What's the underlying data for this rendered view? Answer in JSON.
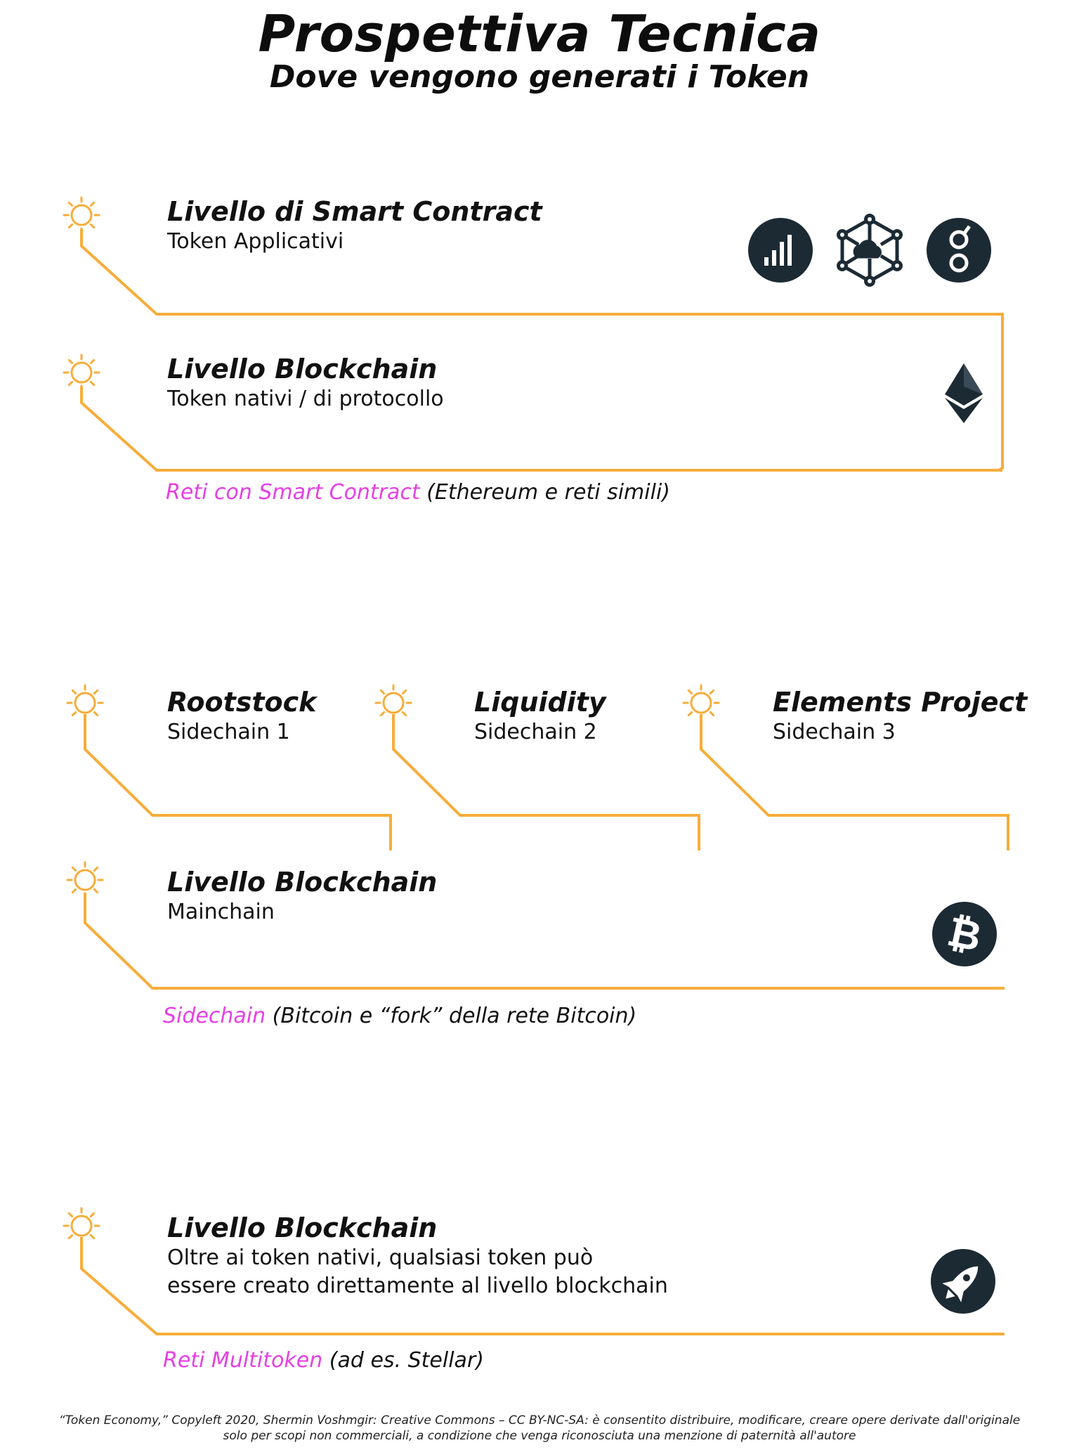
{
  "header": {
    "title": "Prospettiva Tecnica",
    "subtitle": "Dove vengono generati i Token"
  },
  "colors": {
    "line": "#f7ad3a",
    "highlight": "#e540e5",
    "icon_bg": "#1c2a34"
  },
  "section1": {
    "smart_layer": {
      "title": "Livello di Smart Contract",
      "subtitle": "Token Applicativi"
    },
    "blockchain_layer": {
      "title": "Livello Blockchain",
      "subtitle": "Token nativi / di protocollo"
    },
    "network": {
      "highlight": "Reti con Smart Contract",
      "rest": " (Ethereum e reti simili)"
    },
    "icons": [
      "bar-chart-icon",
      "network-cloud-icon",
      "golem-icon",
      "ethereum-icon"
    ]
  },
  "section2": {
    "sidechains": [
      {
        "title": "Rootstock",
        "subtitle": "Sidechain 1"
      },
      {
        "title": "Liquidity",
        "subtitle": "Sidechain 2"
      },
      {
        "title": "Elements Project",
        "subtitle": "Sidechain 3"
      }
    ],
    "blockchain_layer": {
      "title": "Livello Blockchain",
      "subtitle": "Mainchain"
    },
    "network": {
      "highlight": "Sidechain",
      "rest": " (Bitcoin e “fork” della rete Bitcoin)"
    },
    "icons": [
      "bitcoin-icon"
    ]
  },
  "section3": {
    "blockchain_layer": {
      "title": "Livello Blockchain",
      "subtitle_line1": "Oltre ai token nativi, qualsiasi token può",
      "subtitle_line2": "essere creato direttamente al livello blockchain"
    },
    "network": {
      "highlight": "Reti Multitoken",
      "rest": " (ad es. Stellar)"
    },
    "icons": [
      "rocket-icon"
    ]
  },
  "footer": {
    "line1": "“Token Economy,” Copyleft 2020, Shermin Voshmgir: Creative Commons – CC BY-NC-SA: è consentito distribuire, modificare, creare opere derivate dall'originale",
    "line2": "solo per scopi non commerciali, a condizione che venga riconosciuta una menzione di paternità all'autore"
  }
}
